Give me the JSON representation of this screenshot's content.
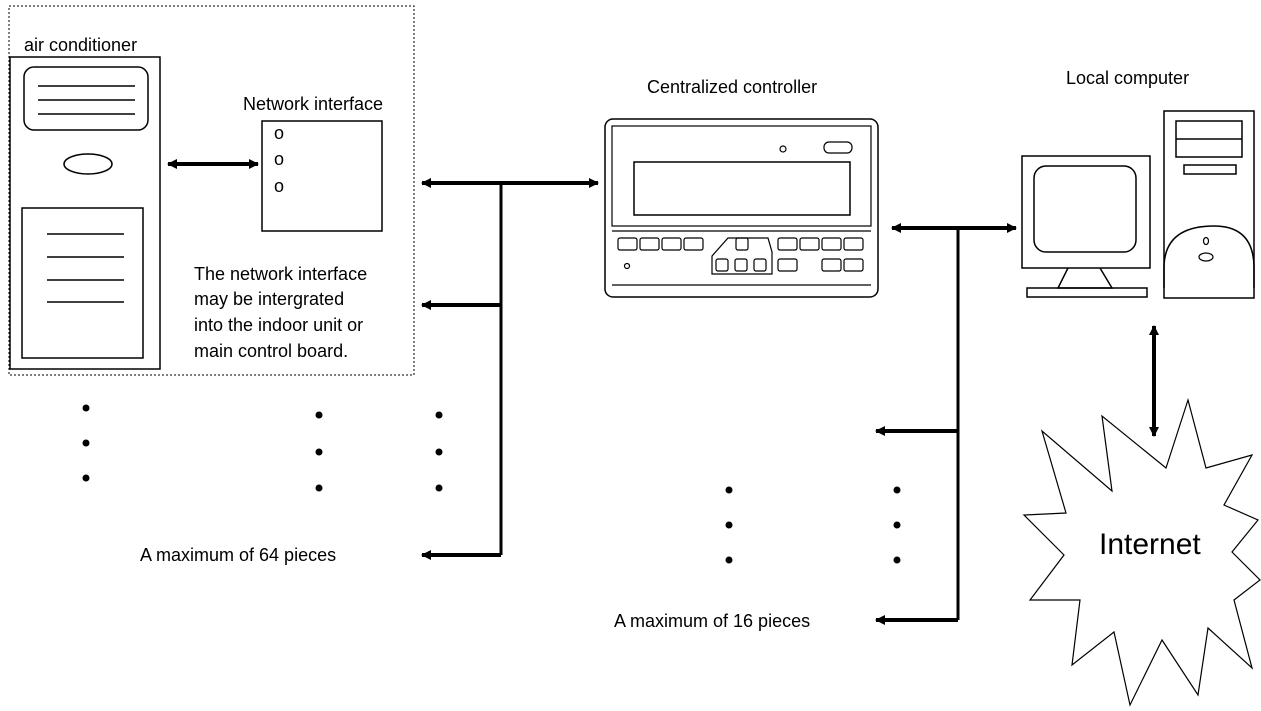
{
  "labels": {
    "air_conditioner": "air conditioner",
    "network_interface": "Network interface",
    "centralized_controller": "Centralized controller",
    "local_computer": "Local computer",
    "internet": "Internet",
    "note_line_1": "The network interface",
    "note_line_2": "may be intergrated",
    "note_line_3": "into the indoor unit or",
    "note_line_4": "main control board.",
    "max_64": "A maximum of 64 pieces",
    "max_16": "A maximum of 16 pieces"
  },
  "network_interface": {
    "indicators": [
      "o",
      "o",
      "o"
    ]
  },
  "colors": {
    "stroke": "#000000",
    "background": "#ffffff"
  }
}
